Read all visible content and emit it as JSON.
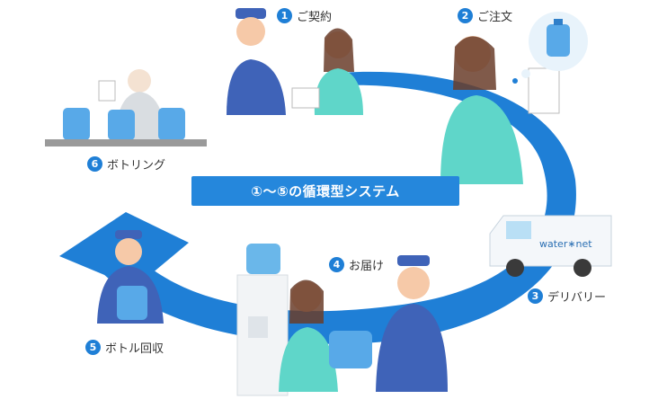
{
  "steps": [
    {
      "num": "1",
      "label": "ご契約"
    },
    {
      "num": "2",
      "label": "ご注文"
    },
    {
      "num": "3",
      "label": "デリバリー"
    },
    {
      "num": "4",
      "label": "お届け"
    },
    {
      "num": "5",
      "label": "ボトル回収"
    },
    {
      "num": "6",
      "label": "ボトリング"
    }
  ],
  "banner": "①〜⑤の循環型システム",
  "truck_logo": "water∗net",
  "colors": {
    "arrow": "#1f7fd6",
    "banner": "#2587dc",
    "shirt_blue": "#3f63b8",
    "shirt_teal": "#5fd6c9",
    "bottle": "#58a9e8"
  },
  "icons": [
    "staff-figure",
    "customer-figure",
    "water-bottle",
    "delivery-truck",
    "water-server",
    "bottling-line"
  ]
}
